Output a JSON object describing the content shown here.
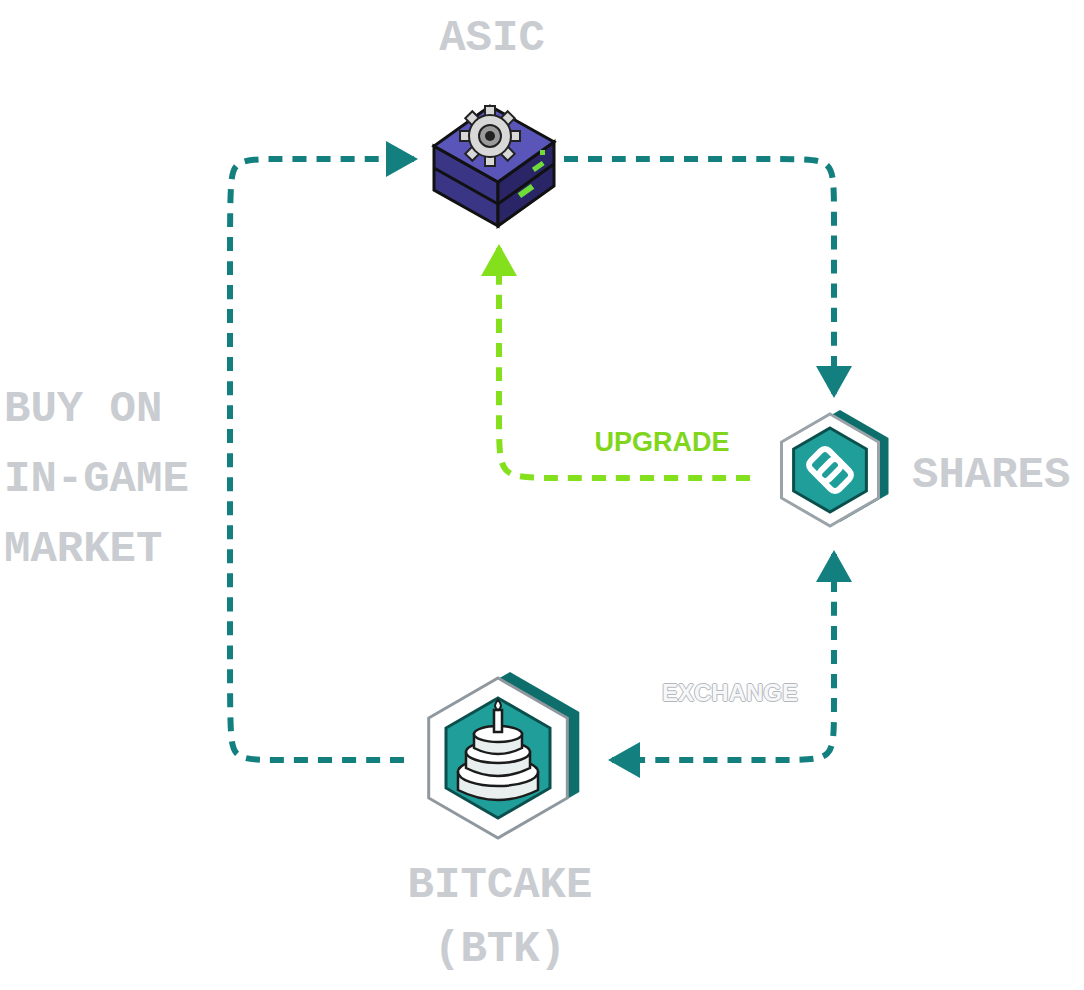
{
  "diagram": {
    "nodes": [
      {
        "text": [
          "ASIC"
        ]
      },
      {
        "text": [
          "SHARES"
        ]
      },
      {
        "text": [
          "BITCAKE (BTK)"
        ]
      }
    ],
    "edges": [
      {
        "from": 0,
        "to": 1,
        "arrow": "to"
      },
      {
        "from": 1,
        "to": 0,
        "label": "UPGRADE",
        "arrow": "to"
      },
      {
        "from": 1,
        "to": 2,
        "label": "EXCHANGE",
        "arrow": "both"
      },
      {
        "from": 2,
        "to": 0,
        "label": "BUY ON IN-GAME MARKET",
        "arrow": "to"
      }
    ]
  }
}
